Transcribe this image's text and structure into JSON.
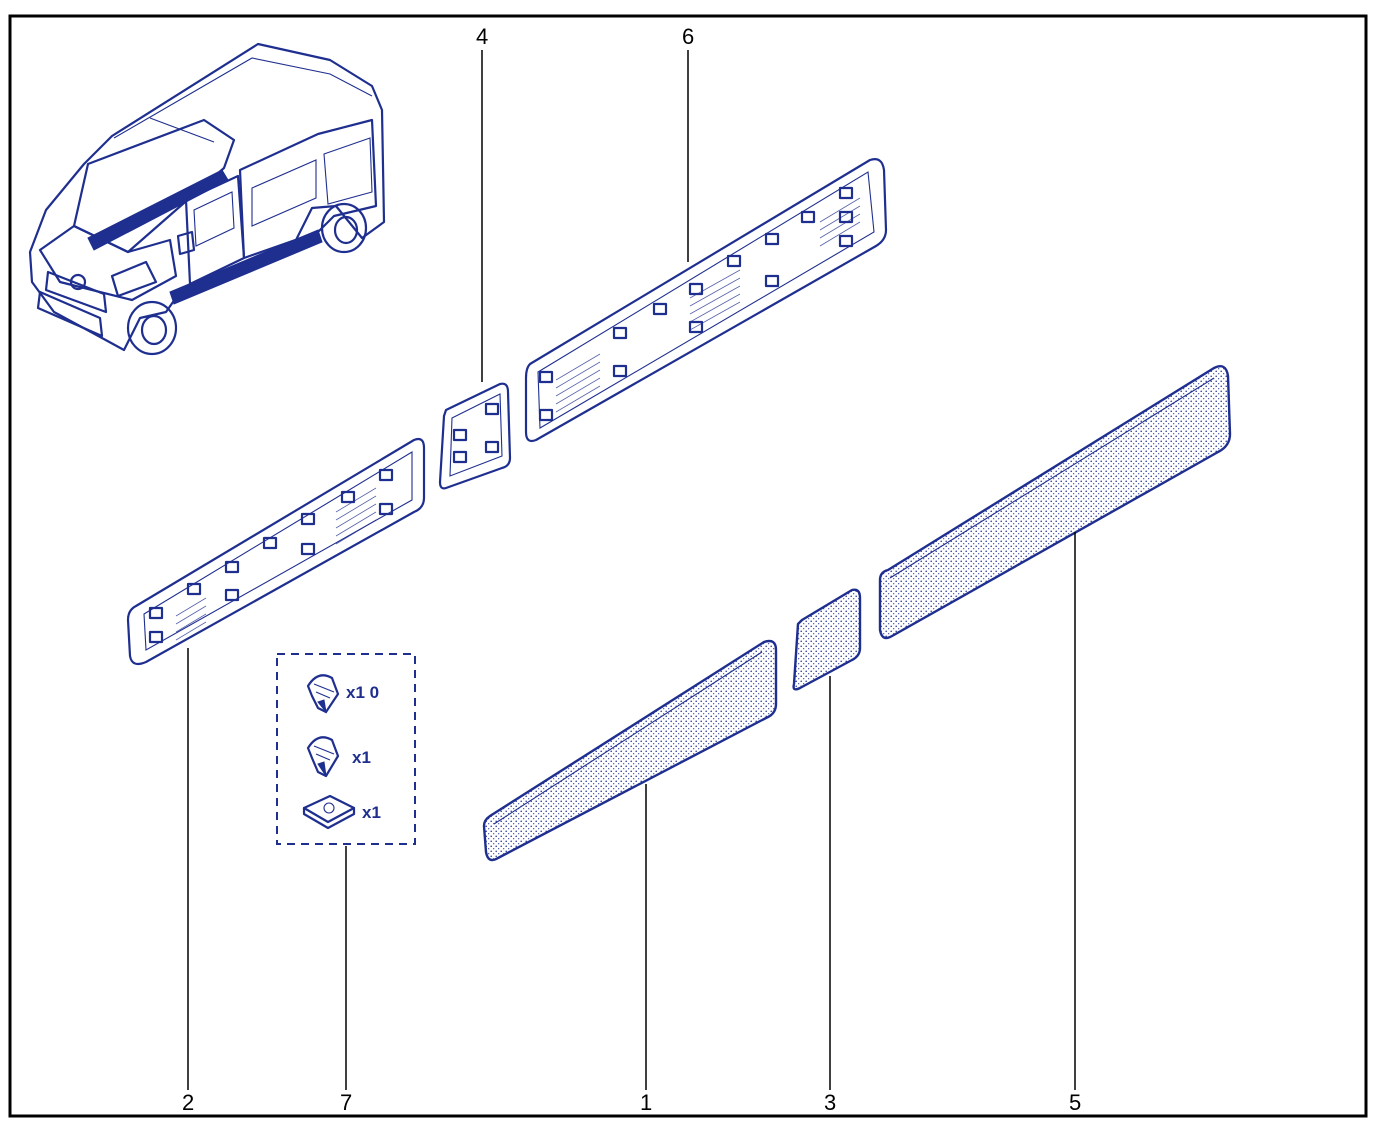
{
  "diagram": {
    "colors": {
      "ink": "#1f2f8f",
      "frame": "#000000"
    },
    "callouts": {
      "c1": "1",
      "c2": "2",
      "c3": "3",
      "c4": "4",
      "c5": "5",
      "c6": "6",
      "c7": "7"
    },
    "kit": {
      "items": [
        {
          "icon": "clip-icon",
          "qty": "x1 0"
        },
        {
          "icon": "clip-icon",
          "qty": "x1"
        },
        {
          "icon": "base-clip-icon",
          "qty": "x1"
        }
      ]
    }
  }
}
